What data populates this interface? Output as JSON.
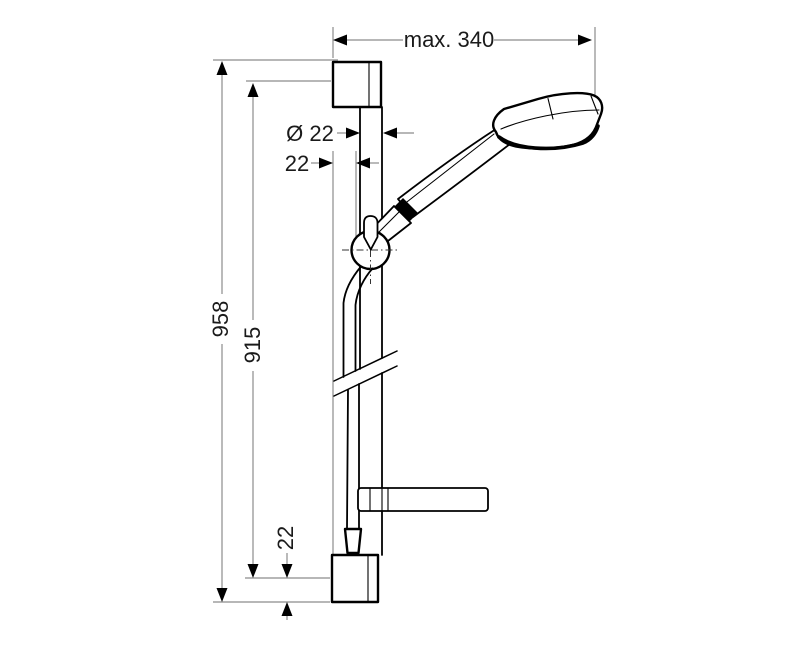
{
  "drawing": {
    "title": "shower-slide-bar-set-technical-drawing",
    "dimensions": {
      "max_reach": "max. 340",
      "bar_diameter": "Ø 22",
      "wall_clearance": "22",
      "overall_height": "958",
      "fixing_distance": "915",
      "bottom_offset": "22"
    },
    "colors": {
      "object_line": "#000000",
      "dimension_line": "#8c8c8c",
      "text": "#1a1a1a",
      "background": "#ffffff"
    }
  }
}
